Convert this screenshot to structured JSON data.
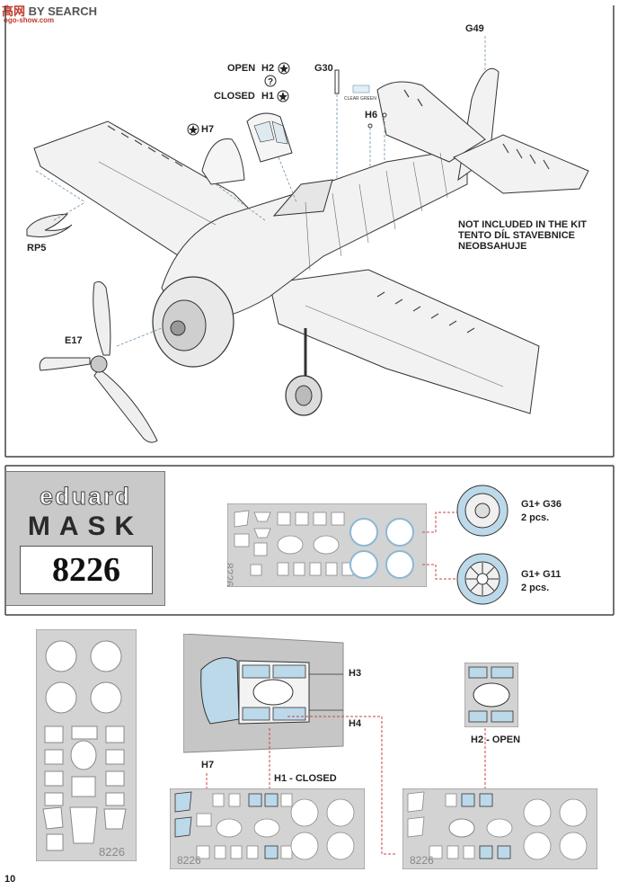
{
  "watermark": {
    "cn": "高",
    "cn2": "网",
    "brand": "BY SEARCH",
    "url": "ogo-show.com"
  },
  "labels": {
    "g49": "G49",
    "g30": "G30",
    "open": "OPEN",
    "h2": "H2",
    "closed": "CLOSED",
    "h1": "H1",
    "h7": "H7",
    "h6": "H6",
    "clear_green": "CLEAR GREEN",
    "rp5": "RP5",
    "e17": "E17",
    "not_included_1": "NOT INCLUDED IN THE KIT",
    "not_included_2": "TENTO DÍL STAVEBNICE",
    "not_included_3": "NEOBSAHUJE"
  },
  "logo": {
    "brand": "eduard",
    "product": "MASK",
    "number": "8226"
  },
  "wheels": [
    {
      "parts": "G1+ G36",
      "qty": "2 pcs."
    },
    {
      "parts": "G1+ G11",
      "qty": "2 pcs."
    }
  ],
  "bottom": {
    "h3": "H3",
    "h4": "H4",
    "h7": "H7",
    "h1_closed": "H1 - CLOSED",
    "h2_open": "H2 - OPEN",
    "sheet_number": "8226"
  },
  "page_number": "10",
  "colors": {
    "mask_blue": "#bcd9ea",
    "sheet_grey": "#d3d3d3",
    "leader_red": "#d04040"
  }
}
